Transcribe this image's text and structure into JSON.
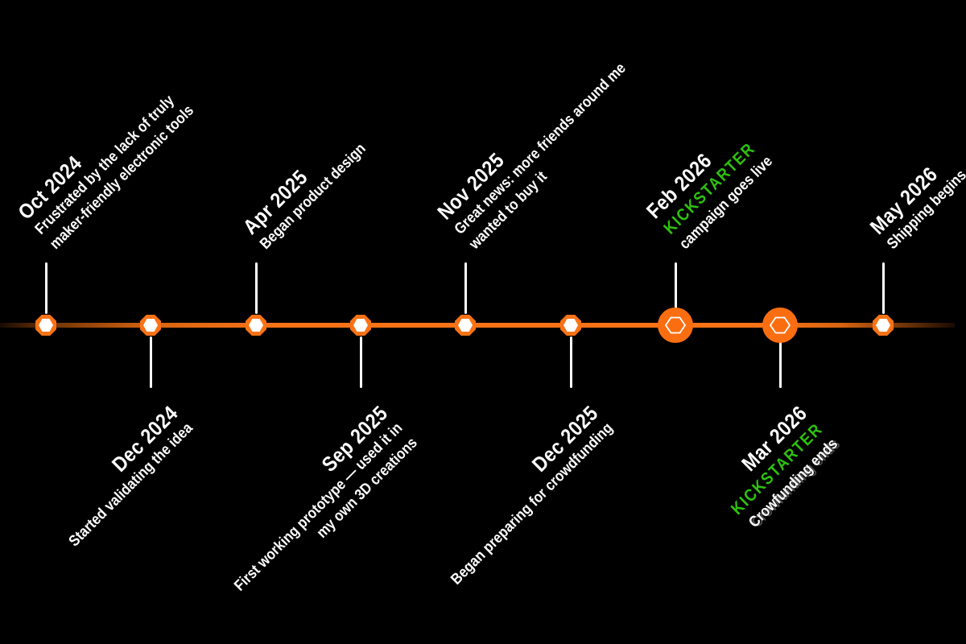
{
  "colors": {
    "line_orange": "#F97316",
    "node_orange": "#FA6E11",
    "kickstarter_green": "#2EC10E",
    "text_white": "#FFFFFF",
    "background": "#000000"
  },
  "milestones": [
    {
      "date": "Oct 2024",
      "side": "above",
      "marker": "small",
      "desc": [
        "Frustrated by the lack of truly",
        "maker-friendly electronic tools"
      ]
    },
    {
      "date": "Dec 2024",
      "side": "below",
      "marker": "small",
      "desc": [
        "Started validating the idea"
      ]
    },
    {
      "date": "Apr 2025",
      "side": "above",
      "marker": "small",
      "desc": [
        "Began product design"
      ]
    },
    {
      "date": "Sep 2025",
      "side": "below",
      "marker": "small",
      "desc": [
        "First working prototype — used it in",
        "my own 3D creations"
      ]
    },
    {
      "date": "Nov 2025",
      "side": "above",
      "marker": "small",
      "desc": [
        "Great news: more friends around me",
        "wanted to buy it"
      ]
    },
    {
      "date": "Dec 2025",
      "side": "below",
      "marker": "small",
      "desc": [
        "Began preparing for crowdfunding"
      ]
    },
    {
      "date": "Feb 2026",
      "side": "above",
      "marker": "large-hexagon",
      "highlight": "KICKSTARTER",
      "desc": [
        "campaign goes live"
      ]
    },
    {
      "date": "Mar 2026",
      "side": "below",
      "marker": "large-hexagon",
      "highlight": "KICKSTARTER",
      "desc": [
        "Crowfunding ends"
      ]
    },
    {
      "date": "May 2026",
      "side": "above",
      "marker": "small",
      "desc": [
        "Shipping begins"
      ]
    }
  ]
}
